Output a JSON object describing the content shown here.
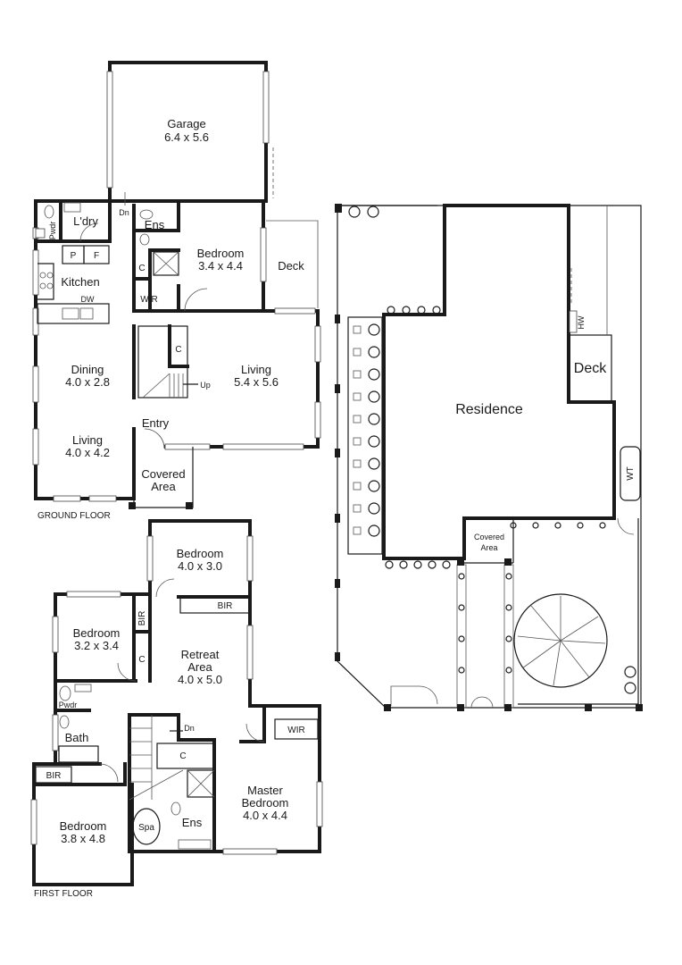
{
  "ground_floor": {
    "caption": "GROUND FLOOR",
    "rooms": {
      "garage": {
        "name": "Garage",
        "size": "6.4 x 5.6"
      },
      "laundry": {
        "name": "L'dry"
      },
      "powder": {
        "name": "Pwdr"
      },
      "dn": {
        "name": "Dn"
      },
      "ensuite": {
        "name": "Ens"
      },
      "bedroom": {
        "name": "Bedroom",
        "size": "3.4 x 4.4"
      },
      "deck": {
        "name": "Deck"
      },
      "pantry": {
        "name": "P"
      },
      "fridge": {
        "name": "F"
      },
      "kitchen": {
        "name": "Kitchen"
      },
      "dishwasher": {
        "name": "DW"
      },
      "closet": {
        "name": "C"
      },
      "wir": {
        "name": "WIR"
      },
      "stair_closet": {
        "name": "C"
      },
      "up": {
        "name": "Up"
      },
      "dining": {
        "name": "Dining",
        "size": "4.0 x 2.8"
      },
      "living_main": {
        "name": "Living",
        "size": "5.4 x 5.6"
      },
      "entry": {
        "name": "Entry"
      },
      "living_front": {
        "name": "Living",
        "size": "4.0 x 4.2"
      },
      "covered": {
        "name": "Covered",
        "name2": "Area"
      }
    }
  },
  "first_floor": {
    "caption": "FIRST FLOOR",
    "rooms": {
      "bedroom_top": {
        "name": "Bedroom",
        "size": "4.0 x 3.0"
      },
      "bir_top": {
        "name": "BIR"
      },
      "bedroom_left": {
        "name": "Bedroom",
        "size": "3.2 x 3.4"
      },
      "bir_side": {
        "name": "BIR"
      },
      "closet_left": {
        "name": "C"
      },
      "retreat": {
        "name": "Retreat",
        "name2": "Area",
        "size": "4.0 x 5.0"
      },
      "powder": {
        "name": "Pwdr"
      },
      "bath": {
        "name": "Bath"
      },
      "dn": {
        "name": "Dn"
      },
      "wir": {
        "name": "WIR"
      },
      "closet_mid": {
        "name": "C"
      },
      "bir_bottom": {
        "name": "BIR"
      },
      "master": {
        "name": "Master",
        "name2": "Bedroom",
        "size": "4.0 x 4.4"
      },
      "spa": {
        "name": "Spa"
      },
      "ensuite": {
        "name": "Ens"
      },
      "bedroom_bottom": {
        "name": "Bedroom",
        "size": "3.8 x 4.8"
      }
    }
  },
  "site_plan": {
    "residence": "Residence",
    "deck": "Deck",
    "hw": "HW",
    "wt": "WT",
    "covered": {
      "name": "Covered",
      "name2": "Area"
    }
  }
}
